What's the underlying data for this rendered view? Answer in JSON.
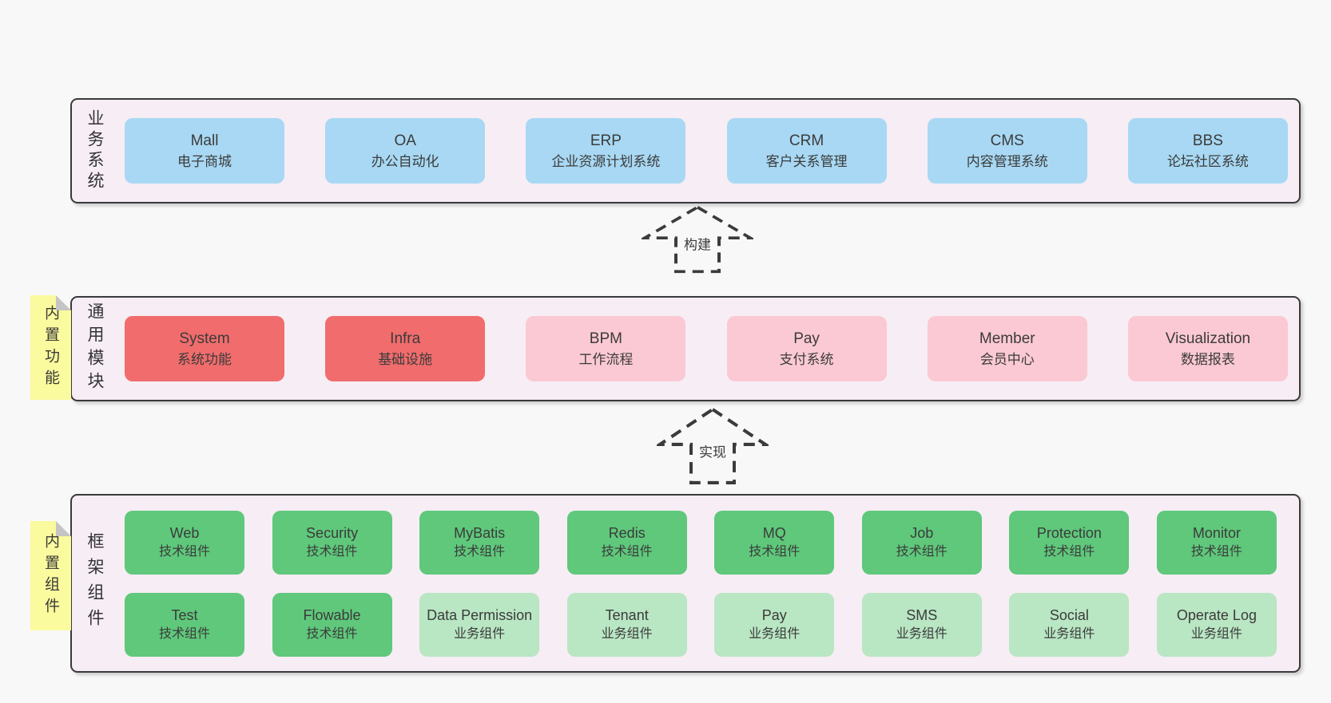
{
  "colors": {
    "page_background": "#f8f8f8",
    "container_fill": "#f7edf5",
    "container_border": "#3a3a3a",
    "blue_box": "#a8d8f3",
    "red_box": "#f16c6c",
    "pink_box": "#fbc9d3",
    "green_dark_box": "#5fc87b",
    "green_light_box": "#b9e6c3",
    "sticky_note": "#fafa9e",
    "note_fold": "#c4c4c4",
    "text": "#3b3b3b"
  },
  "arrows": [
    {
      "label": "构建"
    },
    {
      "label": "实现"
    }
  ],
  "layers": [
    {
      "label": "业务系统",
      "boxes": [
        {
          "name": "Mall",
          "desc": "电子商城",
          "variant": "blue"
        },
        {
          "name": "OA",
          "desc": "办公自动化",
          "variant": "blue"
        },
        {
          "name": "ERP",
          "desc": "企业资源计划系统",
          "variant": "blue"
        },
        {
          "name": "CRM",
          "desc": "客户关系管理",
          "variant": "blue"
        },
        {
          "name": "CMS",
          "desc": "内容管理系统",
          "variant": "blue"
        },
        {
          "name": "BBS",
          "desc": "论坛社区系统",
          "variant": "blue"
        }
      ]
    },
    {
      "label": "通用模块",
      "note": "内置功能",
      "boxes": [
        {
          "name": "System",
          "desc": "系统功能",
          "variant": "red"
        },
        {
          "name": "Infra",
          "desc": "基础设施",
          "variant": "red"
        },
        {
          "name": "BPM",
          "desc": "工作流程",
          "variant": "pink"
        },
        {
          "name": "Pay",
          "desc": "支付系统",
          "variant": "pink"
        },
        {
          "name": "Member",
          "desc": "会员中心",
          "variant": "pink"
        },
        {
          "name": "Visualization",
          "desc": "数据报表",
          "variant": "pink"
        }
      ]
    },
    {
      "label": "框架组件",
      "note": "内置组件",
      "boxes": [
        {
          "name": "Web",
          "desc": "技术组件",
          "variant": "green-dark"
        },
        {
          "name": "Security",
          "desc": "技术组件",
          "variant": "green-dark"
        },
        {
          "name": "MyBatis",
          "desc": "技术组件",
          "variant": "green-dark"
        },
        {
          "name": "Redis",
          "desc": "技术组件",
          "variant": "green-dark"
        },
        {
          "name": "MQ",
          "desc": "技术组件",
          "variant": "green-dark"
        },
        {
          "name": "Job",
          "desc": "技术组件",
          "variant": "green-dark"
        },
        {
          "name": "Protection",
          "desc": "技术组件",
          "variant": "green-dark"
        },
        {
          "name": "Monitor",
          "desc": "技术组件",
          "variant": "green-dark"
        },
        {
          "name": "Test",
          "desc": "技术组件",
          "variant": "green-dark"
        },
        {
          "name": "Flowable",
          "desc": "技术组件",
          "variant": "green-dark"
        },
        {
          "name": "Data Permission",
          "desc": "业务组件",
          "variant": "green-light"
        },
        {
          "name": "Tenant",
          "desc": "业务组件",
          "variant": "green-light"
        },
        {
          "name": "Pay",
          "desc": "业务组件",
          "variant": "green-light"
        },
        {
          "name": "SMS",
          "desc": "业务组件",
          "variant": "green-light"
        },
        {
          "name": "Social",
          "desc": "业务组件",
          "variant": "green-light"
        },
        {
          "name": "Operate Log",
          "desc": "业务组件",
          "variant": "green-light"
        }
      ]
    }
  ]
}
